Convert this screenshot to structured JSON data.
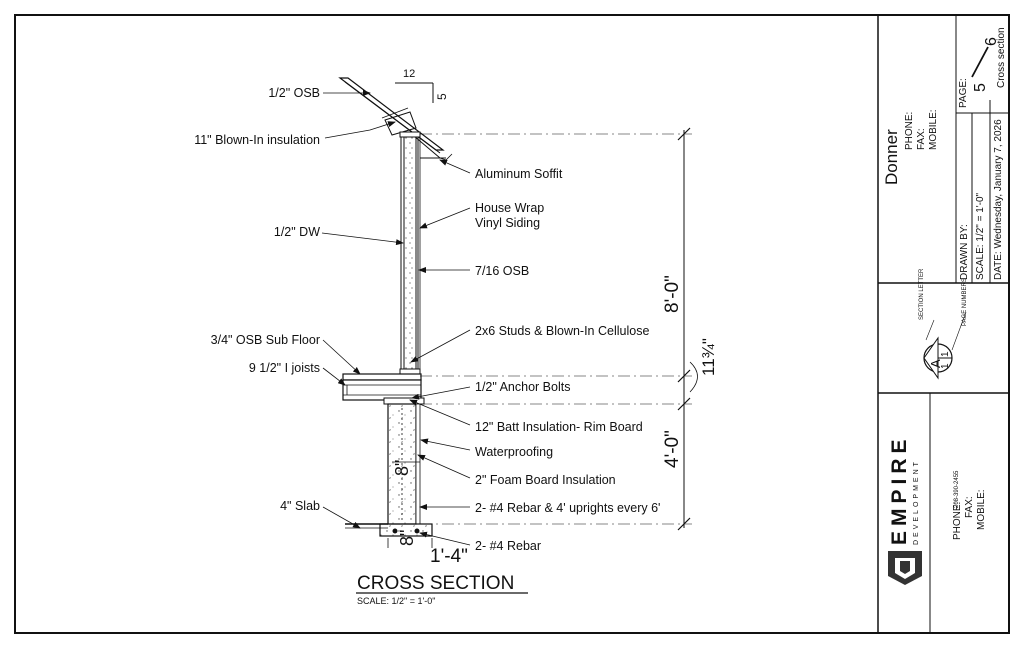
{
  "labels": {
    "osb_roof": "1/2\" OSB",
    "blown_in": "11\" Blown-In insulation",
    "soffit": "Aluminum Soffit",
    "house_wrap": "House Wrap",
    "vinyl": "Vinyl Siding",
    "dw": "1/2\" DW",
    "osb_wall": "7/16 OSB",
    "studs": "2x6 Studs & Blown-In Cellulose",
    "subfloor": "3/4\" OSB Sub Floor",
    "ijoists": "9 1/2\" I joists",
    "anchor": "1/2\" Anchor Bolts",
    "batt": "12\" Batt Insulation- Rim Board",
    "waterproofing": "Waterproofing",
    "foam": "2\" Foam Board Insulation",
    "slab": "4\" Slab",
    "rebar_uprights": "2- #4 Rebar & 4' uprights every 6'",
    "rebar": "2- #4 Rebar"
  },
  "dimensions": {
    "pitch_run": "12",
    "pitch_rise": "5",
    "wall_height": "8'-0\"",
    "floor_depth": "11¾\"",
    "foundation_height": "4'-0\"",
    "wall_thickness": "8\"",
    "footing_height": "8\"",
    "footing_width": "1'-4\""
  },
  "drawing": {
    "title": "CROSS SECTION",
    "scale": "SCALE: 1/2\" = 1'-0\""
  },
  "title_block": {
    "client": "Donner",
    "phone": "PHONE:",
    "fax": "FAX:",
    "mobile": "MOBILE:",
    "page_label": "PAGE:",
    "page_num": "5",
    "page_total": "6",
    "page_name": "Cross section",
    "drawn_by": "DRAWN BY:",
    "scale": "SCALE: 1/2\" = 1'-0\"",
    "date": "DATE: Wednesday, January 7, 2026",
    "section_letter_label": "SECTION LETTER",
    "page_numbers_label": "PAGE NUMBERS",
    "marker_letter": "A",
    "marker_num_1": "1",
    "marker_num_2": "1",
    "company_name": "EMPIRE",
    "company_sub": "DEVELOPMENT",
    "company_phone_label": "PHONE:",
    "company_phone": "208-390-2455",
    "company_fax": "FAX:",
    "company_mobile": "MOBILE:"
  }
}
